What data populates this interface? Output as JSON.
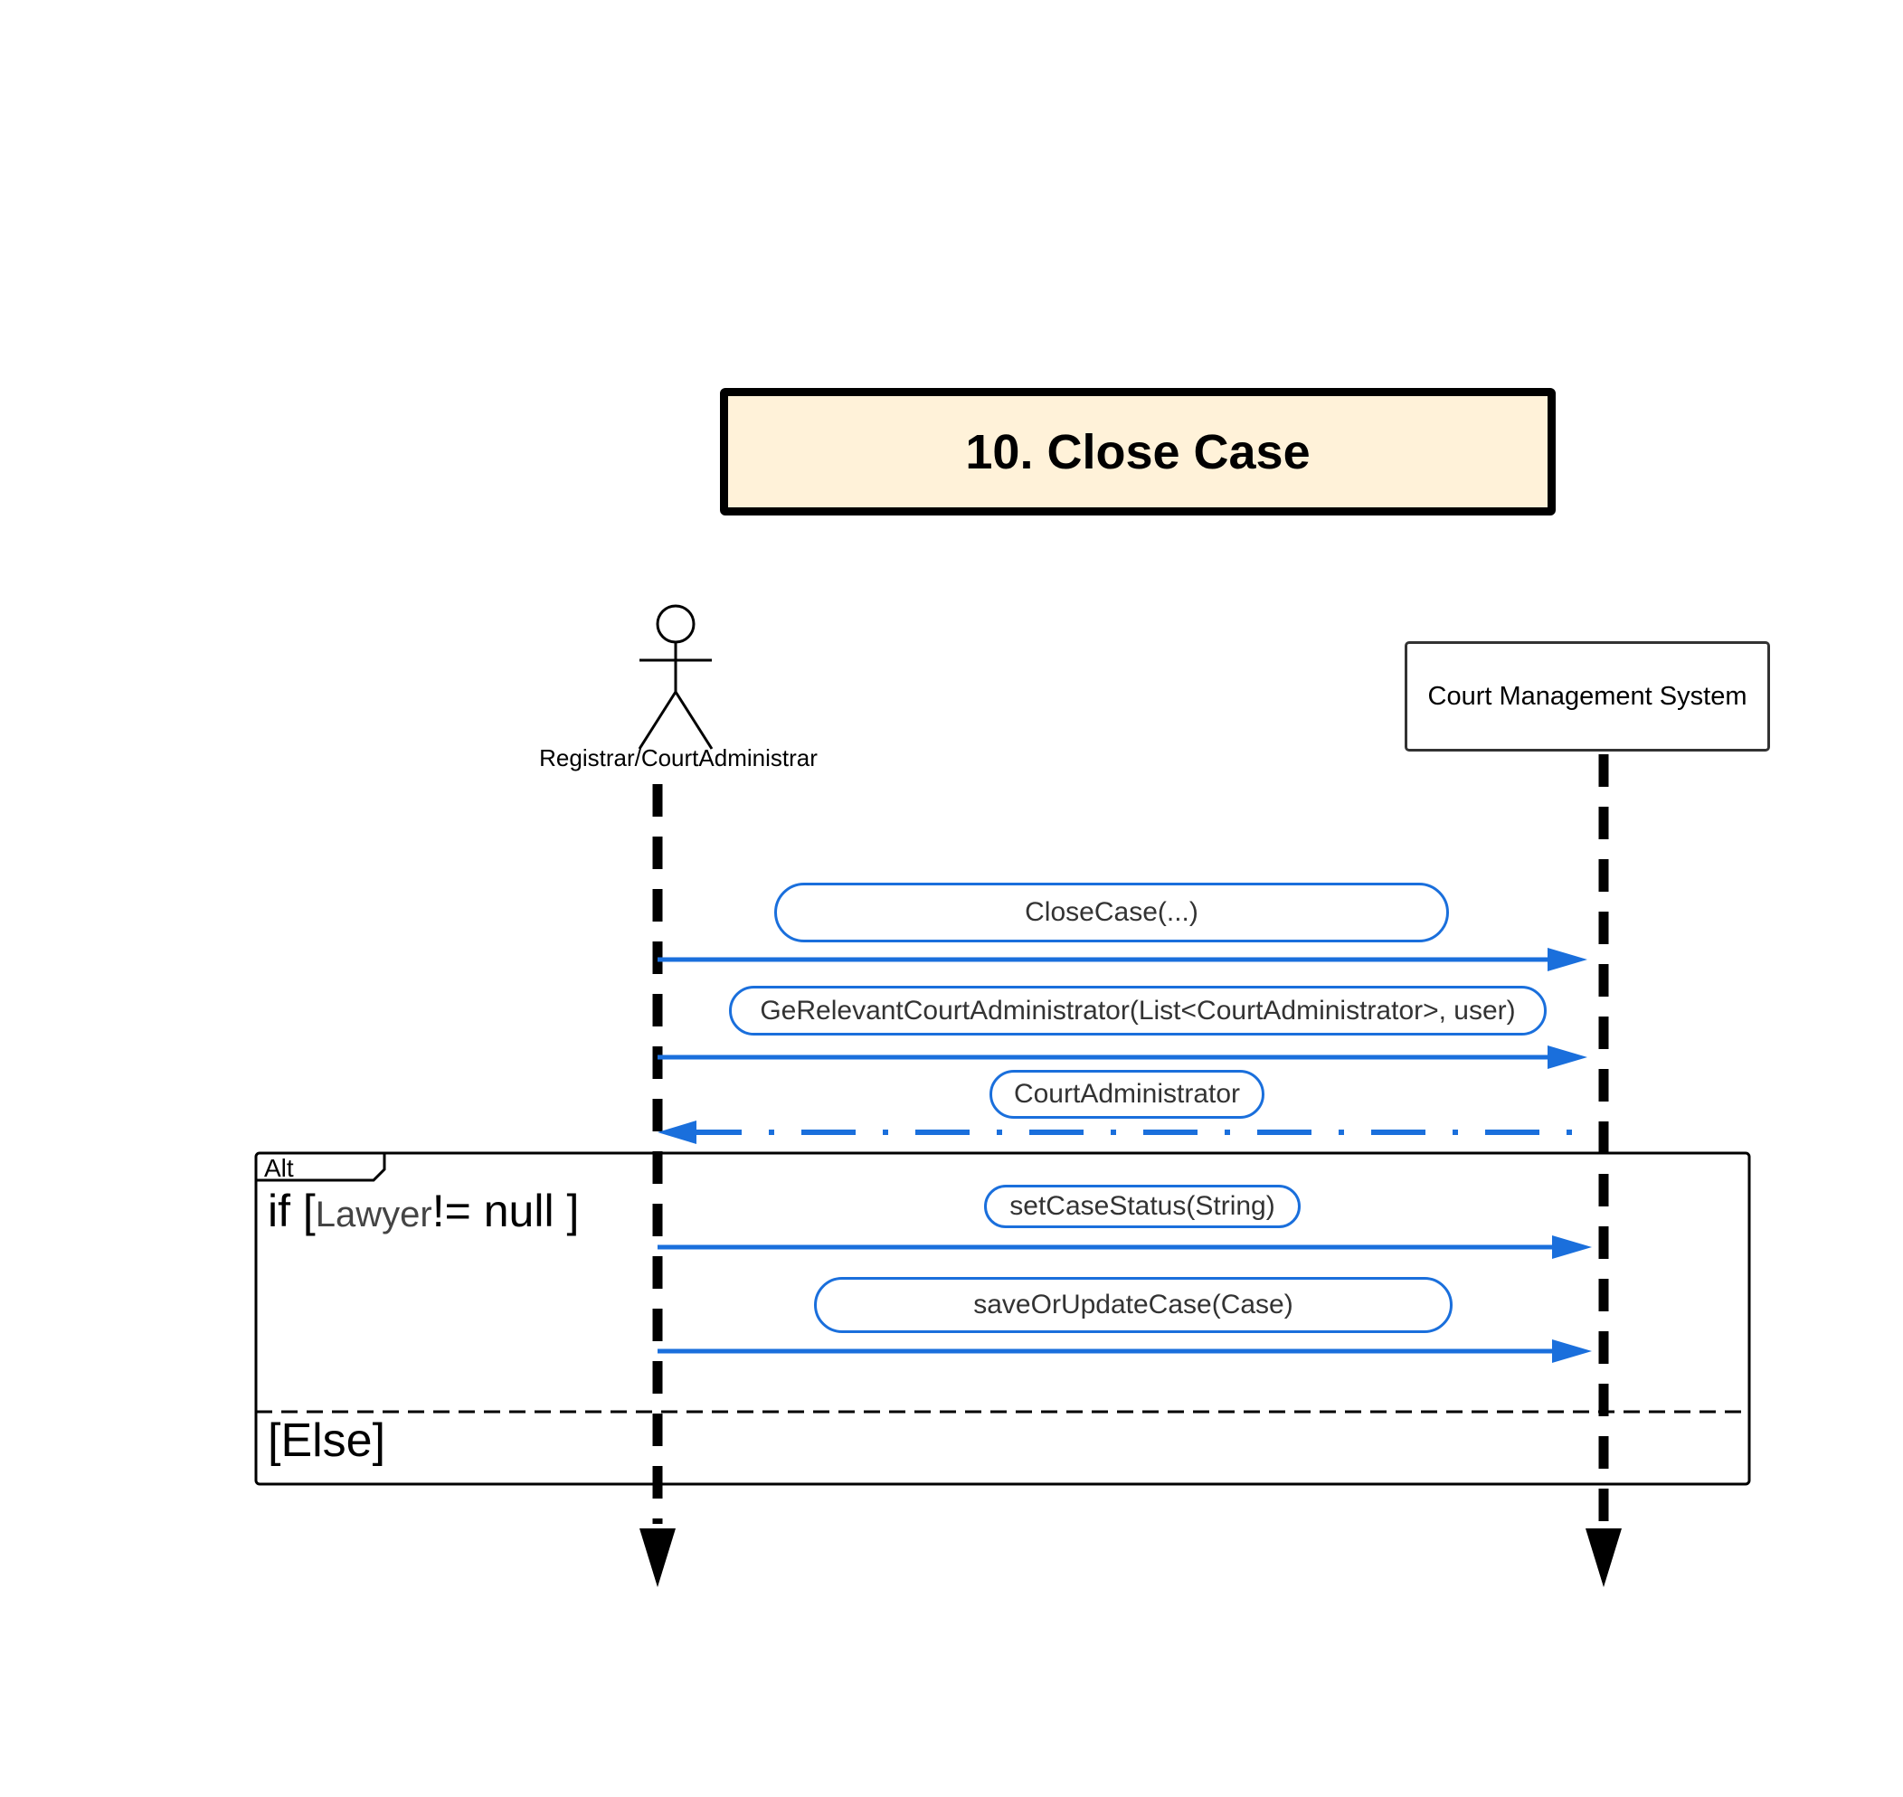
{
  "title": "10. Close Case",
  "actor": {
    "label": "Registrar/CourtAdministrar"
  },
  "system": {
    "label": "Court Management System"
  },
  "messages": [
    {
      "label": "CloseCase(...)",
      "type": "sync"
    },
    {
      "label": "GeRelevantCourtAdministrator(List<CourtAdministrator>, user)",
      "type": "sync"
    },
    {
      "label": "CourtAdministrator",
      "type": "return"
    },
    {
      "label": "setCaseStatus(String)",
      "type": "sync"
    },
    {
      "label": "saveOrUpdateCase(Case)",
      "type": "sync"
    }
  ],
  "alt_frame": {
    "tag": "Alt",
    "guard_prefix": "if [",
    "guard_var": "Lawyer",
    "guard_suffix": "!= null ]",
    "else_guard": "[Else]"
  },
  "colors": {
    "message": "#1a6fdc",
    "lifeline": "#000000",
    "title_fill": "#fff2d9"
  }
}
